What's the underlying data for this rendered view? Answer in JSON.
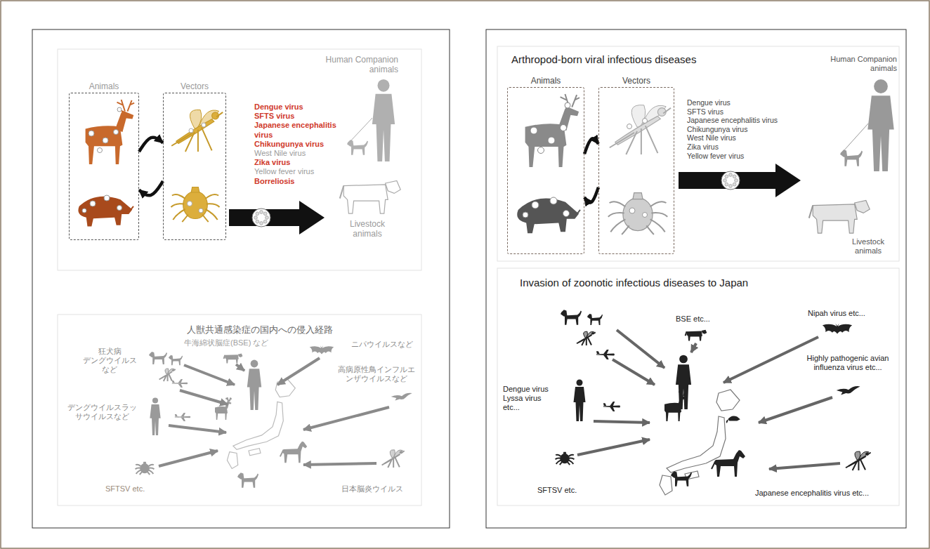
{
  "diagram": {
    "nodes": [
      {
        "text": [
          "Animals"
        ]
      },
      {
        "text": [
          "Vectors"
        ]
      },
      {
        "text": [
          "Animals"
        ]
      },
      {
        "text": [
          "Vectors"
        ]
      }
    ],
    "edges": [
      {
        "from": 0,
        "to": 1,
        "arrow": "to"
      },
      {
        "from": 1,
        "to": 0,
        "arrow": "to"
      },
      {
        "from": 2,
        "to": 3,
        "arrow": "to"
      },
      {
        "from": 3,
        "to": 2,
        "arrow": "to"
      }
    ],
    "labels": [
      "Dengue virus",
      "SFTS virus",
      "Japanese encephalitis virus",
      "Chikungunya virus",
      "West Nile virus",
      "Zika virus",
      "Yellow fever virus",
      "Borreliosis",
      "Human Companion animals",
      "Livestock animals",
      "人獣共通感染症の国内への侵入経路",
      "狂犬病 デングウイルス など",
      "牛海綿状脳症(BSE) など",
      "ニパウイルスなど",
      "高病原性鳥インフルエ ンザウイルスなど",
      "デングウイルスラッ サウイルスなど",
      "SFTSV etc.",
      "日本脳炎ウイルス",
      "Arthropod-born viral infectious diseases",
      "Dengue virus",
      "SFTS virus",
      "Japanese encephalitis virus",
      "Chikungunya virus",
      "West Nile virus",
      "Zika virus",
      "Yellow fever virus",
      "Human Companion animals",
      "Livestock animals",
      "Invasion of zoonotic infectious diseases to Japan",
      "BSE etc...",
      "Nipah virus etc...",
      "Highly pathogenic avian influenza virus etc...",
      "Dengue virus Lyssa virus etc...",
      "SFTSV etc.",
      "Japanese encephalitis virus etc..."
    ]
  }
}
